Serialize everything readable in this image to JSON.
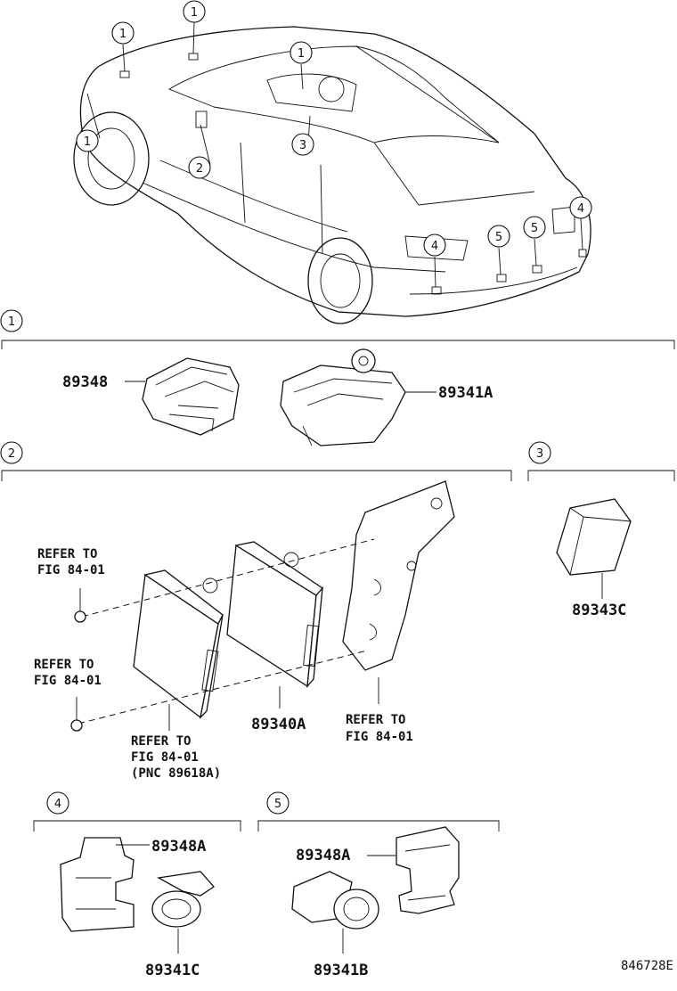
{
  "callouts": {
    "c1": "1",
    "c2": "2",
    "c3": "3",
    "c4": "4",
    "c5": "5"
  },
  "parts": {
    "p89348": "89348",
    "p89341A": "89341A",
    "p89343C": "89343C",
    "p89340A": "89340A",
    "p89348A_g4": "89348A",
    "p89341C": "89341C",
    "p89348A_g5": "89348A",
    "p89341B": "89341B"
  },
  "refs": {
    "nut_upper": [
      "REFER TO",
      "FIG 84-01"
    ],
    "nut_lower": [
      "REFER TO",
      "FIG 84-01"
    ],
    "bracket": [
      "REFER TO",
      "FIG 84-01"
    ],
    "ecu": [
      "REFER TO",
      "FIG 84-01",
      "(PNC 89618A)"
    ]
  },
  "footer": {
    "diagram_id": "846728E"
  }
}
